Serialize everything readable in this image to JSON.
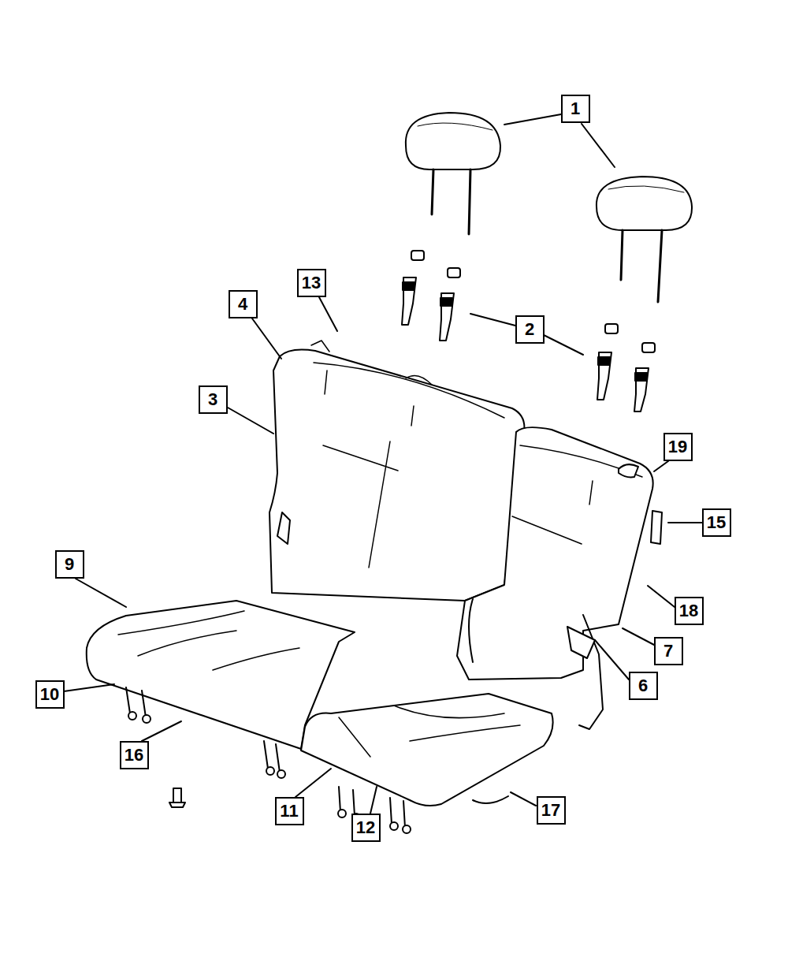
{
  "diagram": {
    "labels": [
      "1",
      "13",
      "4",
      "2",
      "3",
      "19",
      "15",
      "9",
      "18",
      "7",
      "6",
      "10",
      "16",
      "11",
      "12",
      "17"
    ]
  }
}
